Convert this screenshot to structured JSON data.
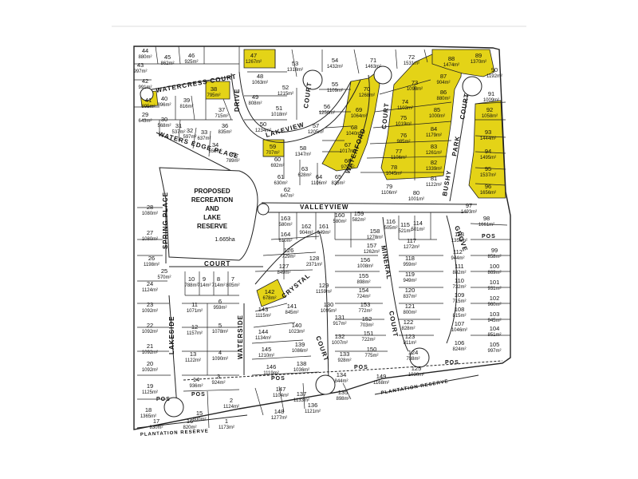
{
  "plan": {
    "reserve_label": [
      "PROPOSED",
      "RECREATION",
      "AND",
      "LAKE",
      "RESERVE"
    ],
    "reserve_area": "1.665ha",
    "colors": {
      "highlight": "#e4d317",
      "line": "#222222",
      "paper": "#ffffff"
    }
  },
  "roads": [
    {
      "name": "WATERCRESS COURT"
    },
    {
      "name": "WATERS EDGE PLACE"
    },
    {
      "name": "LAKEVIEW"
    },
    {
      "name": "DRIVE"
    },
    {
      "name": "COURT"
    },
    {
      "name": "WATERFORD"
    },
    {
      "name": "COURT"
    },
    {
      "name": "BUSHY"
    },
    {
      "name": "PARK"
    },
    {
      "name": "COURT"
    },
    {
      "name": "VALLEYVIEW"
    },
    {
      "name": "GROVE"
    },
    {
      "name": "SPRING PLACE"
    },
    {
      "name": "COURT"
    },
    {
      "name": "CRYSTAL"
    },
    {
      "name": "COURT"
    },
    {
      "name": "MINERAL"
    },
    {
      "name": "COURT"
    },
    {
      "name": "LAKESIDE"
    },
    {
      "name": "WATERSIDE"
    },
    {
      "name": "PLANTATION RESERVE"
    },
    {
      "name": "PLANTATION RESERVE"
    },
    {
      "name": "POS"
    },
    {
      "name": "POS"
    },
    {
      "name": "POS"
    },
    {
      "name": "POS"
    },
    {
      "name": "POS"
    },
    {
      "name": "POS"
    }
  ],
  "lots": [
    {
      "n": "44",
      "a": "880m²"
    },
    {
      "n": "45",
      "a": "862m²"
    },
    {
      "n": "46",
      "a": "925m²"
    },
    {
      "n": "43",
      "a": "997m²"
    },
    {
      "n": "47",
      "a": "1267m²",
      "hl": true
    },
    {
      "n": "53",
      "a": "1318m²"
    },
    {
      "n": "54",
      "a": "1432m²"
    },
    {
      "n": "71",
      "a": "1463m²"
    },
    {
      "n": "72",
      "a": "1531m²"
    },
    {
      "n": "88",
      "a": "1474m²",
      "hl": true
    },
    {
      "n": "89",
      "a": "1370m²",
      "hl": true
    },
    {
      "n": "90",
      "a": "1192m²"
    },
    {
      "n": "42",
      "a": "991m²"
    },
    {
      "n": "41",
      "a": "895m²",
      "hl": true
    },
    {
      "n": "40",
      "a": "896m²"
    },
    {
      "n": "39",
      "a": "816m²"
    },
    {
      "n": "38",
      "a": "795m²",
      "hl": true
    },
    {
      "n": "37",
      "a": "715m²"
    },
    {
      "n": "29",
      "a": "643m²"
    },
    {
      "n": "30",
      "a": "568m²"
    },
    {
      "n": "31",
      "a": "537m²"
    },
    {
      "n": "32",
      "a": "597m²"
    },
    {
      "n": "33",
      "a": "637m²"
    },
    {
      "n": "36",
      "a": "835m²"
    },
    {
      "n": "34",
      "a": "650m²"
    },
    {
      "n": "35",
      "a": "789m²"
    },
    {
      "n": "48",
      "a": "1063m²"
    },
    {
      "n": "49",
      "a": "808m²"
    },
    {
      "n": "50",
      "a": "1234m²"
    },
    {
      "n": "51",
      "a": "1018m²"
    },
    {
      "n": "52",
      "a": "1215m²"
    },
    {
      "n": "55",
      "a": "1109m²"
    },
    {
      "n": "56",
      "a": "1250m²"
    },
    {
      "n": "57",
      "a": "1205m²"
    },
    {
      "n": "58",
      "a": "1347m²"
    },
    {
      "n": "59",
      "a": "707m²",
      "hl": true
    },
    {
      "n": "60",
      "a": "692m²"
    },
    {
      "n": "61",
      "a": "630m²"
    },
    {
      "n": "62",
      "a": "647m²"
    },
    {
      "n": "63",
      "a": "628m²"
    },
    {
      "n": "64",
      "a": "1106m²"
    },
    {
      "n": "65",
      "a": "835m²"
    },
    {
      "n": "66",
      "a": "979m²",
      "hl": true
    },
    {
      "n": "67",
      "a": "1017m²",
      "hl": true
    },
    {
      "n": "68",
      "a": "1040m²",
      "hl": true
    },
    {
      "n": "69",
      "a": "1064m²",
      "hl": true
    },
    {
      "n": "70",
      "a": "1268m²",
      "hl": true
    },
    {
      "n": "73",
      "a": "1098m²",
      "hl": true
    },
    {
      "n": "74",
      "a": "1103m²",
      "hl": true
    },
    {
      "n": "75",
      "a": "1019m²",
      "hl": true
    },
    {
      "n": "76",
      "a": "985m²",
      "hl": true
    },
    {
      "n": "77",
      "a": "1106m²",
      "hl": true
    },
    {
      "n": "78",
      "a": "1045m²",
      "hl": true
    },
    {
      "n": "79",
      "a": "1106m²"
    },
    {
      "n": "80",
      "a": "1001m²"
    },
    {
      "n": "81",
      "a": "1122m²",
      "hl": true
    },
    {
      "n": "82",
      "a": "1339m²",
      "hl": true
    },
    {
      "n": "83",
      "a": "1261m²",
      "hl": true
    },
    {
      "n": "84",
      "a": "1179m²",
      "hl": true
    },
    {
      "n": "85",
      "a": "1000m²",
      "hl": true
    },
    {
      "n": "86",
      "a": "880m²",
      "hl": true
    },
    {
      "n": "87",
      "a": "904m²",
      "hl": true
    },
    {
      "n": "91",
      "a": "1009m²"
    },
    {
      "n": "92",
      "a": "1058m²",
      "hl": true
    },
    {
      "n": "93",
      "a": "1444m²",
      "hl": true
    },
    {
      "n": "94",
      "a": "1495m²",
      "hl": true
    },
    {
      "n": "95",
      "a": "1537m²",
      "hl": true
    },
    {
      "n": "96",
      "a": "1656m²",
      "hl": true
    },
    {
      "n": "97",
      "a": "1493m²"
    },
    {
      "n": "98",
      "a": "1661m²"
    },
    {
      "n": "99",
      "a": "858m²"
    },
    {
      "n": "100",
      "a": "869m²"
    },
    {
      "n": "101",
      "a": "931m²"
    },
    {
      "n": "102",
      "a": "960m²"
    },
    {
      "n": "103",
      "a": "945m²"
    },
    {
      "n": "104",
      "a": "851m²"
    },
    {
      "n": "105",
      "a": "997m²"
    },
    {
      "n": "106",
      "a": "824m²"
    },
    {
      "n": "107",
      "a": "1046m²"
    },
    {
      "n": "108",
      "a": "815m²"
    },
    {
      "n": "109",
      "a": "715m²"
    },
    {
      "n": "110",
      "a": "732m²"
    },
    {
      "n": "111",
      "a": "882m²"
    },
    {
      "n": "112",
      "a": "944m²"
    },
    {
      "n": "113",
      "a": "1356m²"
    },
    {
      "n": "114",
      "a": "501m²"
    },
    {
      "n": "115",
      "a": "521m²"
    },
    {
      "n": "116",
      "a": "505m²"
    },
    {
      "n": "117",
      "a": "1272m²"
    },
    {
      "n": "118",
      "a": "959m²"
    },
    {
      "n": "119",
      "a": "949m²"
    },
    {
      "n": "120",
      "a": "837m²"
    },
    {
      "n": "121",
      "a": "800m²"
    },
    {
      "n": "122",
      "a": "828m²"
    },
    {
      "n": "123",
      "a": "811m²"
    },
    {
      "n": "124",
      "a": "738m²"
    },
    {
      "n": "125",
      "a": "1030m²"
    },
    {
      "n": "126",
      "a": "729m²"
    },
    {
      "n": "127",
      "a": "849m²"
    },
    {
      "n": "128",
      "a": "2371m²"
    },
    {
      "n": "129",
      "a": "1159m²"
    },
    {
      "n": "130",
      "a": "1095m²"
    },
    {
      "n": "131",
      "a": "917m²"
    },
    {
      "n": "132",
      "a": "1007m²"
    },
    {
      "n": "133",
      "a": "928m²"
    },
    {
      "n": "134",
      "a": "844m²"
    },
    {
      "n": "135",
      "a": "898m²"
    },
    {
      "n": "136",
      "a": "1121m²"
    },
    {
      "n": "137",
      "a": "1133m²"
    },
    {
      "n": "138",
      "a": "1036m²"
    },
    {
      "n": "139",
      "a": "1086m²"
    },
    {
      "n": "140",
      "a": "1023m²"
    },
    {
      "n": "141",
      "a": "845m²"
    },
    {
      "n": "142",
      "a": "678m²",
      "hl": true
    },
    {
      "n": "143",
      "a": "1115m²"
    },
    {
      "n": "144",
      "a": "1134m²"
    },
    {
      "n": "145",
      "a": "1210m²"
    },
    {
      "n": "146",
      "a": "1119m²"
    },
    {
      "n": "147",
      "a": "1104m²"
    },
    {
      "n": "148",
      "a": "1277m²"
    },
    {
      "n": "149",
      "a": "1168m²"
    },
    {
      "n": "150",
      "a": "775m²"
    },
    {
      "n": "151",
      "a": "722m²"
    },
    {
      "n": "152",
      "a": "703m²"
    },
    {
      "n": "153",
      "a": "772m²"
    },
    {
      "n": "154",
      "a": "724m²"
    },
    {
      "n": "155",
      "a": "898m²"
    },
    {
      "n": "156",
      "a": "1008m²"
    },
    {
      "n": "157",
      "a": "1262m²"
    },
    {
      "n": "158",
      "a": "1278m²"
    },
    {
      "n": "159",
      "a": "582m²"
    },
    {
      "n": "160",
      "a": "580m²"
    },
    {
      "n": "161",
      "a": "949m²"
    },
    {
      "n": "162",
      "a": "904m²"
    },
    {
      "n": "163",
      "a": "580m²"
    },
    {
      "n": "164",
      "a": "610m²"
    },
    {
      "n": "28",
      "a": "1080m²"
    },
    {
      "n": "27",
      "a": "1080m²"
    },
    {
      "n": "26",
      "a": "1198m²"
    },
    {
      "n": "25",
      "a": "570m²"
    },
    {
      "n": "24",
      "a": "1124m²"
    },
    {
      "n": "23",
      "a": "1092m²"
    },
    {
      "n": "22",
      "a": "1092m²"
    },
    {
      "n": "21",
      "a": "1092m²"
    },
    {
      "n": "20",
      "a": "1092m²"
    },
    {
      "n": "19",
      "a": "1125m²"
    },
    {
      "n": "18",
      "a": "1365m²"
    },
    {
      "n": "17",
      "a": "830m²"
    },
    {
      "n": "16",
      "a": "820m²"
    },
    {
      "n": "15",
      "a": "800m²"
    },
    {
      "n": "14",
      "a": "936m²"
    },
    {
      "n": "13",
      "a": "1122m²"
    },
    {
      "n": "12",
      "a": "1157m²"
    },
    {
      "n": "11",
      "a": "1071m²"
    },
    {
      "n": "10",
      "a": "788m²"
    },
    {
      "n": "9",
      "a": "714m²"
    },
    {
      "n": "8",
      "a": "714m²"
    },
    {
      "n": "7",
      "a": "805m²"
    },
    {
      "n": "6",
      "a": "959m²"
    },
    {
      "n": "5",
      "a": "1078m²"
    },
    {
      "n": "4",
      "a": "1090m²"
    },
    {
      "n": "3",
      "a": "924m²"
    },
    {
      "n": "2",
      "a": "1124m²"
    },
    {
      "n": "1",
      "a": "1173m²"
    }
  ]
}
